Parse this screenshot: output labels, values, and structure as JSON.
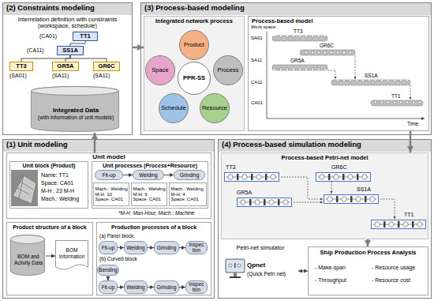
{
  "diagram": {
    "nodes": [
      {
        "text": [
          "(2) Constraints modeling",
          "Interrelation definition with constraints (workspace, schedule)"
        ]
      },
      {
        "text": [
          "TT1"
        ],
        "in": 0
      },
      {
        "text": [
          "SS1A"
        ],
        "in": 0
      },
      {
        "text": [
          "TT3"
        ],
        "in": 0
      },
      {
        "text": [
          "GR5A"
        ],
        "in": 0
      },
      {
        "text": [
          "GR6C"
        ],
        "in": 0
      },
      {
        "text": [
          "Integrated Data",
          "(with information of unit models)"
        ],
        "in": 0
      },
      {
        "text": [
          "(3) Process-based modeling"
        ]
      },
      {
        "text": [
          "Integrated network process"
        ],
        "in": 7
      },
      {
        "text": [
          "Product"
        ],
        "in": 8
      },
      {
        "text": [
          "Space"
        ],
        "in": 8
      },
      {
        "text": [
          "PPR-SS"
        ],
        "in": 8
      },
      {
        "text": [
          "Process"
        ],
        "in": 8
      },
      {
        "text": [
          "Schedule"
        ],
        "in": 8
      },
      {
        "text": [
          "Resource"
        ],
        "in": 8
      },
      {
        "text": [
          "Process-based model"
        ],
        "in": 7
      },
      {
        "text": [
          "(1) Unit modeling"
        ]
      },
      {
        "text": [
          "Unit model"
        ],
        "in": 16
      },
      {
        "text": [
          "Unit block (Product)",
          "Name: TT1",
          "Space: CA01",
          "M-H : 23 M-H",
          "Mach.: Welding"
        ],
        "in": 17
      },
      {
        "text": [
          "Unit processes (Process+Resource)"
        ],
        "in": 17
      },
      {
        "text": [
          "Fit-up"
        ],
        "in": 19
      },
      {
        "text": [
          "Welding"
        ],
        "in": 19
      },
      {
        "text": [
          "Grinding"
        ],
        "in": 19
      },
      {
        "text": [
          "Mach.: Welding",
          "M-H: 10",
          "Space: CA01"
        ],
        "in": 19
      },
      {
        "text": [
          "Mach.: Welding",
          "M-H: 9",
          "Space: CA01"
        ],
        "in": 19
      },
      {
        "text": [
          "Mach.: Welding",
          "M-H: 4",
          "Space: CA01"
        ],
        "in": 19
      },
      {
        "text": [
          "Product structure of a block"
        ],
        "in": 16
      },
      {
        "text": [
          "BOM and Activity Data"
        ],
        "in": 26
      },
      {
        "text": [
          "BOM Information"
        ],
        "in": 26
      },
      {
        "text": [
          "Production processes of a block"
        ],
        "in": 16
      },
      {
        "text": [
          "Fit-up"
        ],
        "in": 29
      },
      {
        "text": [
          "Welding"
        ],
        "in": 29
      },
      {
        "text": [
          "Grinding"
        ],
        "in": 29
      },
      {
        "text": [
          "Inspection"
        ],
        "in": 29
      },
      {
        "text": [
          "Bending"
        ],
        "in": 29
      },
      {
        "text": [
          "Fit-up"
        ],
        "in": 29
      },
      {
        "text": [
          "Welding"
        ],
        "in": 29
      },
      {
        "text": [
          "Grinding"
        ],
        "in": 29
      },
      {
        "text": [
          "Inspection"
        ],
        "in": 29
      },
      {
        "text": [
          "(4) Process-based simulation modeling"
        ]
      },
      {
        "text": [
          "Process-based Petri-net model"
        ],
        "in": 39
      },
      {
        "text": [
          "Petri-net simulator",
          "Qpnet",
          "(Quick Petri net)"
        ],
        "in": 39
      },
      {
        "text": [
          "Ship Production Process Analysis",
          "- Make-span",
          "- Resource usage",
          "- Throughput",
          "- Resource cost"
        ],
        "in": 39
      }
    ],
    "edges": [
      {
        "from": 2,
        "to": 1,
        "arrow": "none"
      },
      {
        "from": 3,
        "to": 2,
        "arrow": "none"
      },
      {
        "from": 4,
        "to": 2,
        "arrow": "none"
      },
      {
        "from": 5,
        "to": 2,
        "arrow": "none"
      },
      {
        "from": 17,
        "to": 6,
        "arrow": "to"
      },
      {
        "from": 0,
        "to": 8,
        "arrow": "to"
      },
      {
        "from": 15,
        "to": 40,
        "arrow": "to"
      },
      {
        "from": 20,
        "to": 21,
        "arrow": "to"
      },
      {
        "from": 21,
        "to": 22,
        "arrow": "to"
      },
      {
        "from": 27,
        "to": 28,
        "arrow": "to"
      },
      {
        "from": 30,
        "to": 31,
        "arrow": "to"
      },
      {
        "from": 31,
        "to": 32,
        "arrow": "to"
      },
      {
        "from": 32,
        "to": 33,
        "arrow": "to"
      },
      {
        "from": 34,
        "to": 35,
        "arrow": "to"
      },
      {
        "from": 35,
        "to": 36,
        "arrow": "to"
      },
      {
        "from": 36,
        "to": 37,
        "arrow": "to"
      },
      {
        "from": 37,
        "to": 38,
        "arrow": "to"
      },
      {
        "from": 40,
        "to": 42,
        "arrow": "to"
      },
      {
        "from": 41,
        "to": 42,
        "arrow": "both"
      }
    ],
    "labels": [
      "(CA01)",
      "(CA11)",
      "(SA01)",
      "(SA11)",
      "(SA11)",
      "Work space",
      "SA01",
      "SA11",
      "CA11",
      "CA01",
      "TT3",
      "GR6C",
      "GR5A",
      "SS1A",
      "TT1",
      "Time",
      "*M-H: Man-Hour, Mach.: Machine",
      "(a) Panel block",
      "(b) Curved block",
      "TT3",
      "GR6C",
      "GR5A",
      "SS1A",
      "TT1"
    ]
  }
}
